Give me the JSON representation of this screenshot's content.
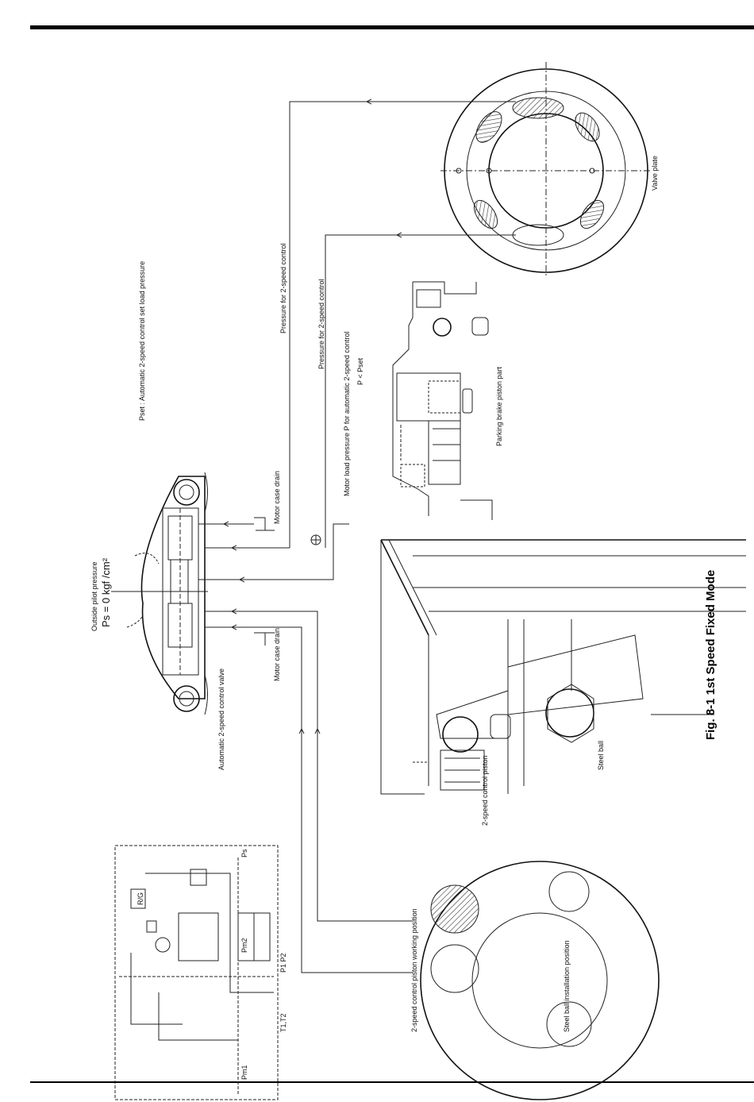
{
  "figure": {
    "caption": "Fig. 8-1  1st Speed Fixed Mode"
  },
  "labels": {
    "valve_plate": "Valve plate",
    "pset_note": "Pset : Automatic 2-speed control set load pressure",
    "pressure_2speed_a": "Pressure for 2-speed control",
    "pressure_2speed_b": "Pressure for 2-speed control",
    "motor_load_pressure": "Motor load pressure P for automatic 2-speed control",
    "p_lt_pset": "P  < Pset",
    "parking_brake": "Parking brake piston part",
    "motor_case_drain_top": "Motor case drain",
    "motor_case_drain_bottom": "Motor case drain",
    "outside_pilot_pressure": "Outside pilot pressure",
    "ps_value": "Ps = 0  kgf /cm²",
    "auto_valve": "Automatic 2-speed control valve",
    "steel_ball": "Steel ball",
    "control_piston": "2-speed control piston",
    "piston_working_position": "2-speed control piston working position",
    "steel_ball_install_position": "Steel ball installation position"
  },
  "schematic_labels": {
    "rg": "R/G",
    "ps": "Ps",
    "pm2": "Pm2",
    "pm1": "Pm1",
    "t1t2": "T1,T2",
    "p1p2": "P1  P2"
  },
  "icons": {
    "flow_arrow": "arrow-icon",
    "hatch_port": "hatched-port-icon"
  }
}
